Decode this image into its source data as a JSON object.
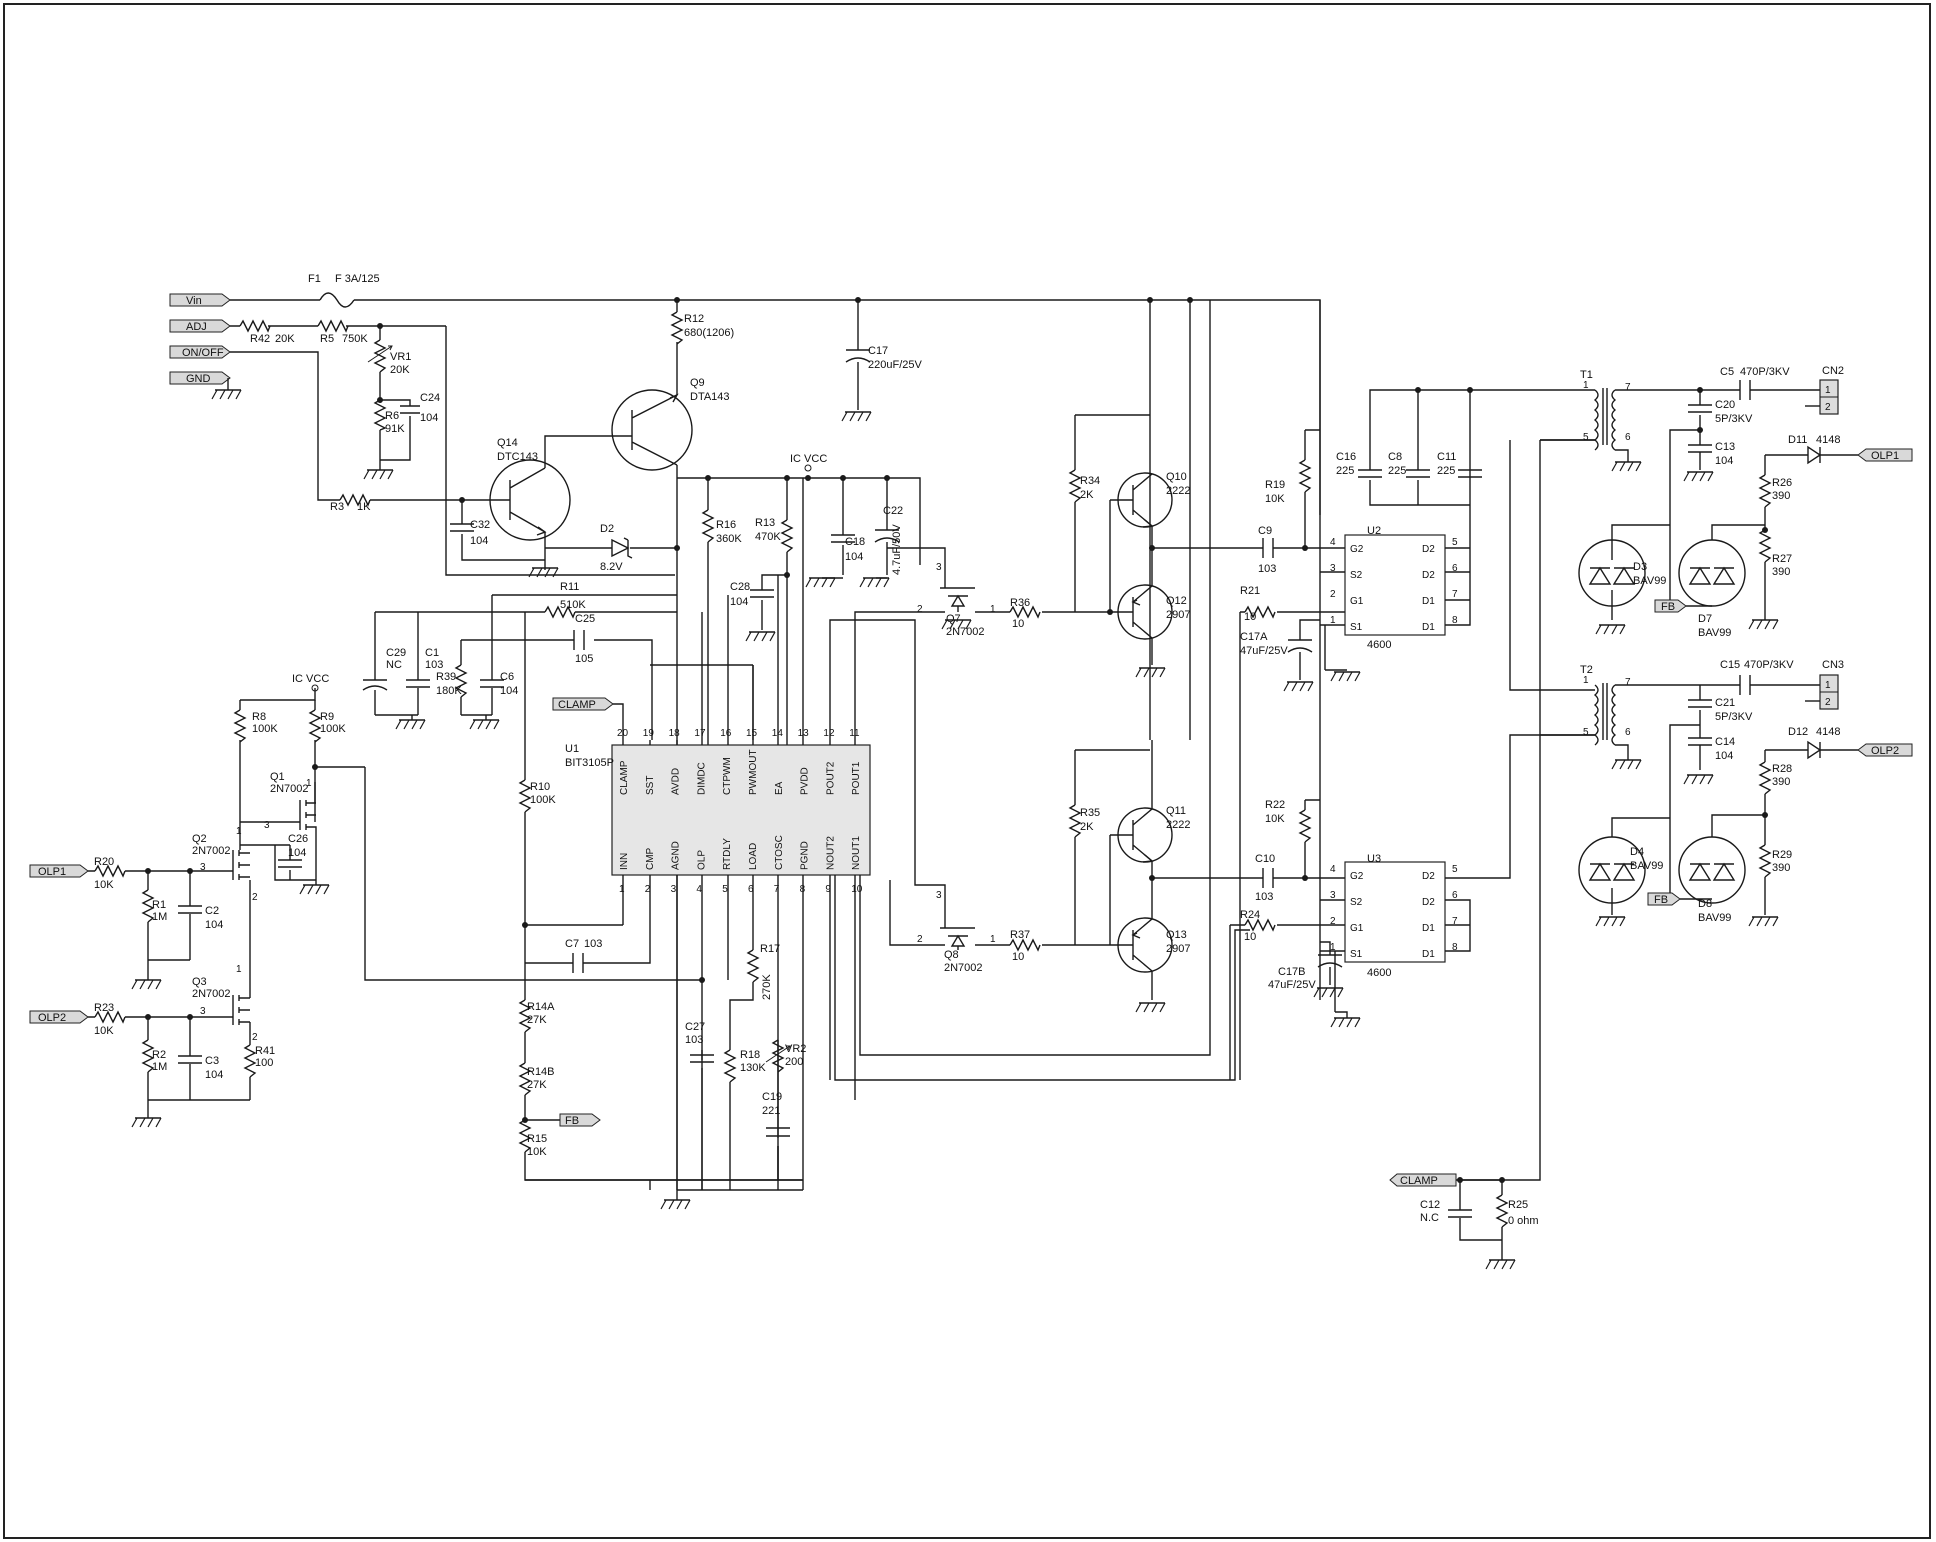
{
  "ports": {
    "vin": "Vin",
    "adj": "ADJ",
    "onoff": "ON/OFF",
    "gnd": "GND",
    "olp1_in": "OLP1",
    "olp2_in": "OLP2",
    "clamp_u1": "CLAMP",
    "fb_u1": "FB",
    "olp1_out": "OLP1",
    "olp2_out": "OLP2",
    "fb_d7": "FB",
    "fb_d8": "FB",
    "clamp_bot": "CLAMP"
  },
  "nets": {
    "icvcc_top": "IC VCC",
    "icvcc_left": "IC VCC"
  },
  "fuse": {
    "ref": "F1",
    "val": "F 3A/125"
  },
  "res": {
    "r42": {
      "ref": "R42",
      "val": "20K"
    },
    "r5": {
      "ref": "R5",
      "val": "750K"
    },
    "r6": {
      "ref": "R6",
      "val": "91K"
    },
    "r3": {
      "ref": "R3",
      "val": "1K"
    },
    "r12": {
      "ref": "R12",
      "val": "680(1206)"
    },
    "r16": {
      "ref": "R16",
      "val": "360K"
    },
    "r13": {
      "ref": "R13",
      "val": "470K"
    },
    "r11": {
      "ref": "R11",
      "val": "510K"
    },
    "r39": {
      "ref": "R39",
      "val": "180K"
    },
    "r8": {
      "ref": "R8",
      "val": "100K"
    },
    "r9": {
      "ref": "R9",
      "val": "100K"
    },
    "r20": {
      "ref": "R20",
      "val": "10K"
    },
    "r1": {
      "ref": "R1",
      "val": "1M"
    },
    "r23": {
      "ref": "R23",
      "val": "10K"
    },
    "r2": {
      "ref": "R2",
      "val": "1M"
    },
    "r41": {
      "ref": "R41",
      "val": "100"
    },
    "r10": {
      "ref": "R10",
      "val": "100K"
    },
    "r14a": {
      "ref": "R14A",
      "val": "27K"
    },
    "r14b": {
      "ref": "R14B",
      "val": "27K"
    },
    "r15": {
      "ref": "R15",
      "val": "10K"
    },
    "r17": {
      "ref": "R17",
      "val": "270K"
    },
    "r18": {
      "ref": "R18",
      "val": "130K"
    },
    "r36": {
      "ref": "R36",
      "val": "10"
    },
    "r37": {
      "ref": "R37",
      "val": "10"
    },
    "r34": {
      "ref": "R34",
      "val": "2K"
    },
    "r35": {
      "ref": "R35",
      "val": "2K"
    },
    "r19": {
      "ref": "R19",
      "val": "10K"
    },
    "r21": {
      "ref": "R21",
      "val": "10"
    },
    "r22": {
      "ref": "R22",
      "val": "10K"
    },
    "r24": {
      "ref": "R24",
      "val": "10"
    },
    "r26": {
      "ref": "R26",
      "val": "390"
    },
    "r27": {
      "ref": "R27",
      "val": "390"
    },
    "r28": {
      "ref": "R28",
      "val": "390"
    },
    "r29": {
      "ref": "R29",
      "val": "390"
    },
    "r25": {
      "ref": "R25",
      "val": "0 ohm"
    }
  },
  "vr": {
    "vr1": {
      "ref": "VR1",
      "val": "20K"
    },
    "vr2": {
      "ref": "VR2",
      "val": "200"
    }
  },
  "cap": {
    "c24": {
      "ref": "C24",
      "val": "104"
    },
    "c32": {
      "ref": "C32",
      "val": "104"
    },
    "c17": {
      "ref": "C17",
      "val": "220uF/25V"
    },
    "c18": {
      "ref": "C18",
      "val": "104"
    },
    "c22": {
      "ref": "C22",
      "val": "4.7uF/50V"
    },
    "c28": {
      "ref": "C28",
      "val": "104"
    },
    "c25": {
      "ref": "C25",
      "val": "105"
    },
    "c29": {
      "ref": "C29",
      "val": "NC"
    },
    "c1": {
      "ref": "C1",
      "val": "103"
    },
    "c6": {
      "ref": "C6",
      "val": "104"
    },
    "c26": {
      "ref": "C26",
      "val": "104"
    },
    "c2": {
      "ref": "C2",
      "val": "104"
    },
    "c3": {
      "ref": "C3",
      "val": "104"
    },
    "c7": {
      "ref": "C7",
      "val": "103"
    },
    "c27": {
      "ref": "C27",
      "val": "103"
    },
    "c19": {
      "ref": "C19",
      "val": "221"
    },
    "c9": {
      "ref": "C9",
      "val": "103"
    },
    "c10": {
      "ref": "C10",
      "val": "103"
    },
    "c17a": {
      "ref": "C17A",
      "val": "47uF/25V"
    },
    "c17b": {
      "ref": "C17B",
      "val": "47uF/25V"
    },
    "c16": {
      "ref": "C16",
      "val": "225"
    },
    "c8": {
      "ref": "C8",
      "val": "225"
    },
    "c11": {
      "ref": "C11",
      "val": "225"
    },
    "c5": {
      "ref": "C5",
      "val": "470P/3KV"
    },
    "c20": {
      "ref": "C20",
      "val": "5P/3KV"
    },
    "c13": {
      "ref": "C13",
      "val": "104"
    },
    "c15": {
      "ref": "C15",
      "val": "470P/3KV"
    },
    "c21": {
      "ref": "C21",
      "val": "5P/3KV"
    },
    "c14": {
      "ref": "C14",
      "val": "104"
    },
    "c12": {
      "ref": "C12",
      "val": "N.C"
    }
  },
  "q": {
    "q9": {
      "ref": "Q9",
      "val": "DTA143"
    },
    "q14": {
      "ref": "Q14",
      "val": "DTC143"
    },
    "q1": {
      "ref": "Q1",
      "val": "2N7002"
    },
    "q2": {
      "ref": "Q2",
      "val": "2N7002"
    },
    "q3": {
      "ref": "Q3",
      "val": "2N7002"
    },
    "q7": {
      "ref": "Q7",
      "val": "2N7002"
    },
    "q8": {
      "ref": "Q8",
      "val": "2N7002"
    },
    "q10": {
      "ref": "Q10",
      "val": "2222"
    },
    "q11": {
      "ref": "Q11",
      "val": "2222"
    },
    "q12": {
      "ref": "Q12",
      "val": "2907"
    },
    "q13": {
      "ref": "Q13",
      "val": "2907"
    }
  },
  "diodes": {
    "d2": {
      "ref": "D2",
      "val": "8.2V"
    },
    "d3": {
      "ref": "D3",
      "val": "BAV99"
    },
    "d4": {
      "ref": "D4",
      "val": "BAV99"
    },
    "d7": {
      "ref": "D7",
      "val": "BAV99"
    },
    "d8": {
      "ref": "D8",
      "val": "BAV99"
    },
    "d11": {
      "ref": "D11",
      "val": "4148"
    },
    "d12": {
      "ref": "D12",
      "val": "4148"
    }
  },
  "transformers": {
    "t1": "T1",
    "t2": "T2"
  },
  "connectors": {
    "cn2": "CN2",
    "cn3": "CN3"
  },
  "u1": {
    "ref": "U1",
    "part": "BIT3105P",
    "top_pins": [
      {
        "num": "20",
        "name": "CLAMP"
      },
      {
        "num": "19",
        "name": "SST"
      },
      {
        "num": "18",
        "name": "AVDD"
      },
      {
        "num": "17",
        "name": "DIMDC"
      },
      {
        "num": "16",
        "name": "CTPWM"
      },
      {
        "num": "15",
        "name": "PWMOUT"
      },
      {
        "num": "14",
        "name": "EA"
      },
      {
        "num": "13",
        "name": "PVDD"
      },
      {
        "num": "12",
        "name": "POUT2"
      },
      {
        "num": "11",
        "name": "POUT1"
      }
    ],
    "bottom_pins": [
      {
        "num": "1",
        "name": "INN"
      },
      {
        "num": "2",
        "name": "CMP"
      },
      {
        "num": "3",
        "name": "AGND"
      },
      {
        "num": "4",
        "name": "OLP"
      },
      {
        "num": "5",
        "name": "RTDLY"
      },
      {
        "num": "6",
        "name": "LOAD"
      },
      {
        "num": "7",
        "name": "CTOSC"
      },
      {
        "num": "8",
        "name": "PGND"
      },
      {
        "num": "9",
        "name": "NOUT2"
      },
      {
        "num": "10",
        "name": "NOUT1"
      }
    ]
  },
  "u2": {
    "ref": "U2",
    "part": "4600",
    "left_pins": [
      {
        "num": "4",
        "name": "G2"
      },
      {
        "num": "3",
        "name": "S2"
      },
      {
        "num": "2",
        "name": "G1"
      },
      {
        "num": "1",
        "name": "S1"
      }
    ],
    "right_pins": [
      {
        "num": "5",
        "name": "D2"
      },
      {
        "num": "6",
        "name": "D2"
      },
      {
        "num": "7",
        "name": "D1"
      },
      {
        "num": "8",
        "name": "D1"
      }
    ]
  },
  "u3": {
    "ref": "U3",
    "part": "4600",
    "left_pins": [
      {
        "num": "4",
        "name": "G2"
      },
      {
        "num": "3",
        "name": "S2"
      },
      {
        "num": "2",
        "name": "G1"
      },
      {
        "num": "1",
        "name": "S1"
      }
    ],
    "right_pins": [
      {
        "num": "5",
        "name": "D2"
      },
      {
        "num": "6",
        "name": "D2"
      },
      {
        "num": "7",
        "name": "D1"
      },
      {
        "num": "8",
        "name": "D1"
      }
    ]
  },
  "misc_pins": {
    "t1_1": "1",
    "t1_5": "5",
    "t1_7": "7",
    "t1_6": "6",
    "t2_1": "1",
    "t2_5": "5",
    "t2_7": "7",
    "t2_6": "6",
    "cn2_1": "1",
    "cn2_2": "2",
    "cn3_1": "1",
    "cn3_2": "2",
    "q1_1": "1",
    "q1_3": "3",
    "q2_1": "1",
    "q2_2": "2",
    "q2_3": "3",
    "q3_1": "1",
    "q3_2": "2",
    "q3_3": "3",
    "q7_1": "1",
    "q7_2": "2",
    "q7_3": "3",
    "q8_1": "1",
    "q8_2": "2",
    "q8_3": "3"
  }
}
